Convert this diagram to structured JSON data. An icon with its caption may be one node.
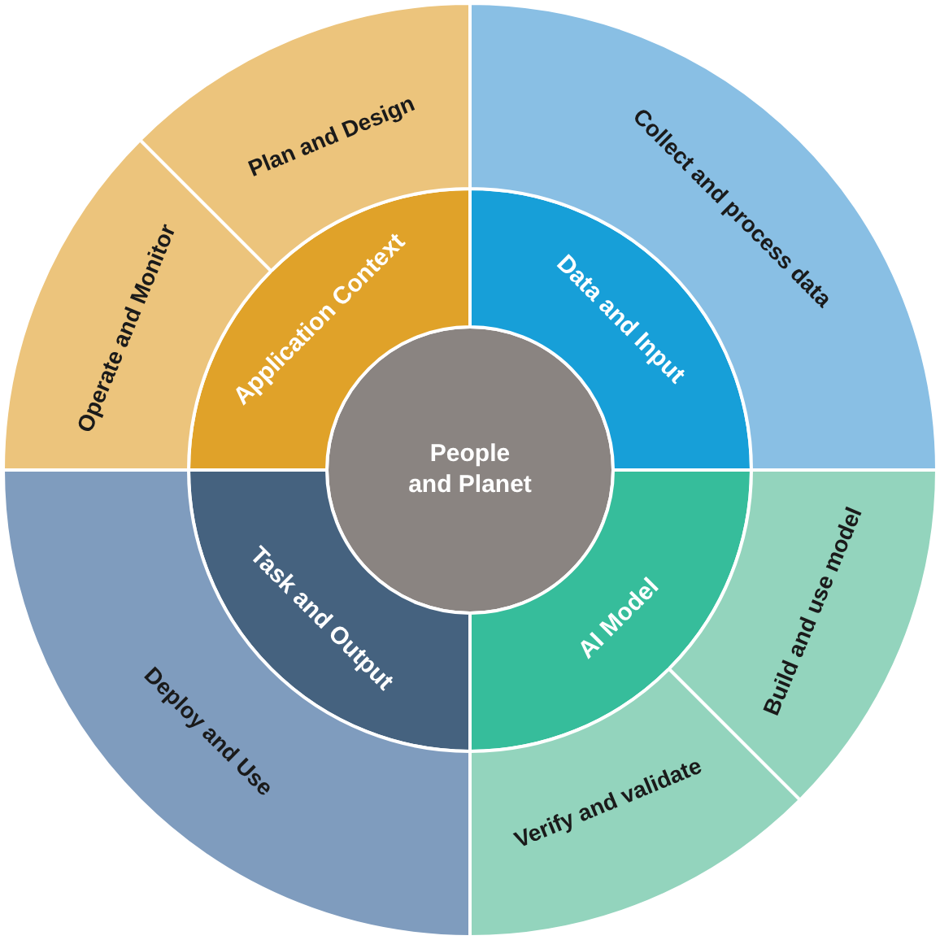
{
  "diagram": {
    "nodes": [
      {
        "text": [
          "People and Planet"
        ]
      },
      {
        "text": [
          "Application Context"
        ]
      },
      {
        "text": [
          "Data and Input"
        ]
      },
      {
        "text": [
          "AI Model"
        ]
      },
      {
        "text": [
          "Task and Output"
        ]
      },
      {
        "text": [
          "Plan and Design"
        ]
      },
      {
        "text": [
          "Collect and process data"
        ]
      },
      {
        "text": [
          "Build and use model"
        ]
      },
      {
        "text": [
          "Verify and validate"
        ]
      },
      {
        "text": [
          "Deploy and Use"
        ]
      },
      {
        "text": [
          "Operate and Monitor"
        ]
      }
    ]
  }
}
